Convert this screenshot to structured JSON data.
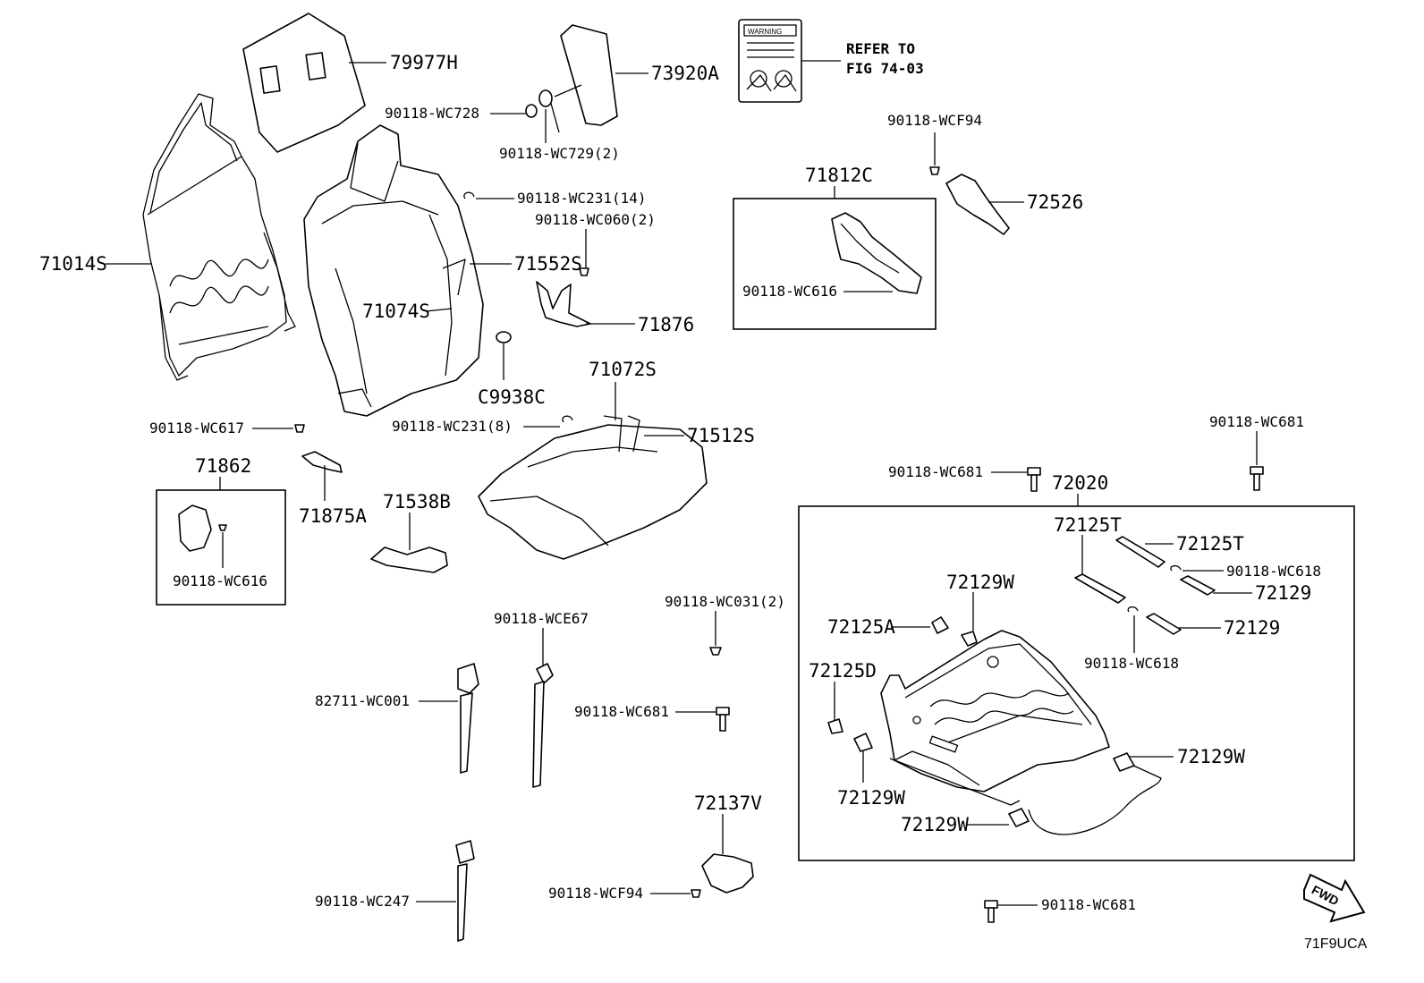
{
  "diagram_code": "71F9UCA",
  "fwd_label": "FWD",
  "reference_note": {
    "line1": "REFER TO",
    "line2": "FIG 74-03"
  },
  "warning_label": "WARNING",
  "parts": {
    "p79977H": "79977H",
    "p73920A": "73920A",
    "p90118_WC728": "90118-WC728",
    "p90118_WC729": "90118-WC729(2)",
    "p90118_WC231_14": "90118-WC231(14)",
    "p90118_WC060": "90118-WC060(2)",
    "p71014S": "71014S",
    "p71552S": "71552S",
    "p71074S": "71074S",
    "p71876": "71876",
    "pC9938C": "C9938C",
    "p71812C": "71812C",
    "p90118_WC616_a": "90118-WC616",
    "p90118_WCF94_a": "90118-WCF94",
    "p72526": "72526",
    "p71072S": "71072S",
    "p90118_WC231_8": "90118-WC231(8)",
    "p71512S": "71512S",
    "p90118_WC617": "90118-WC617",
    "p71862": "71862",
    "p90118_WC616_b": "90118-WC616",
    "p71875A": "71875A",
    "p71538B": "71538B",
    "p90118_WC681_a": "90118-WC681",
    "p90118_WC681_b": "90118-WC681",
    "p72020": "72020",
    "p72125T_a": "72125T",
    "p72125T_b": "72125T",
    "p90118_WC618_a": "90118-WC618",
    "p72129_a": "72129",
    "p72129_b": "72129",
    "p90118_WC618_b": "90118-WC618",
    "p72129W_a": "72129W",
    "p72125A": "72125A",
    "p72125D": "72125D",
    "p72129W_b": "72129W",
    "p72129W_c": "72129W",
    "p72129W_d": "72129W",
    "p90118_WC031": "90118-WC031(2)",
    "p90118_WCE67": "90118-WCE67",
    "p82711_WC001": "82711-WC001",
    "p90118_WC681_c": "90118-WC681",
    "p72137V": "72137V",
    "p90118_WCF94_b": "90118-WCF94",
    "p90118_WC247": "90118-WC247",
    "p90118_WC681_d": "90118-WC681"
  }
}
